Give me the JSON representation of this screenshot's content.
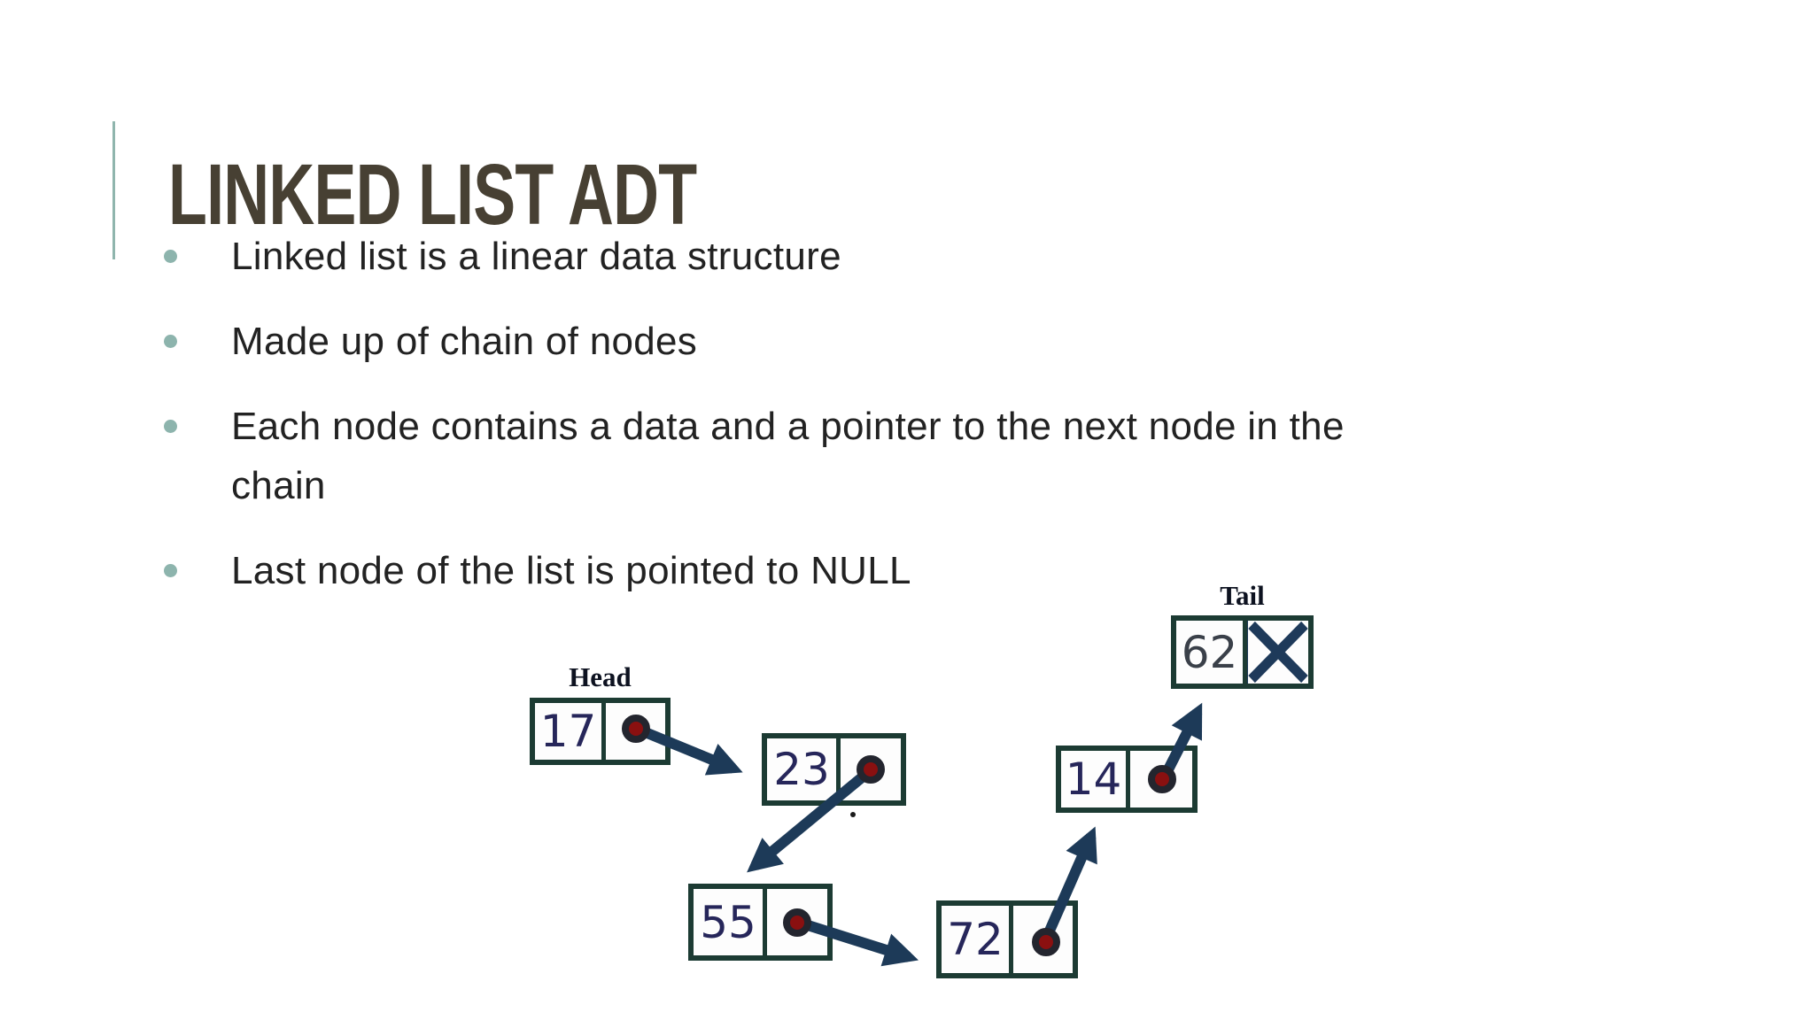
{
  "slide": {
    "title": "LINKED LIST ADT",
    "bullets": [
      {
        "text": "Linked list is a linear data structure"
      },
      {
        "text": "Made up of chain of nodes"
      },
      {
        "text": "Each node contains a data and a pointer to the next node in the chain"
      },
      {
        "text": "Last node of the list is pointed to NULL"
      }
    ]
  },
  "diagram": {
    "head_label": "Head",
    "tail_label": "Tail",
    "nodes": [
      {
        "value": "17"
      },
      {
        "value": "23"
      },
      {
        "value": "55"
      },
      {
        "value": "72"
      },
      {
        "value": "14"
      },
      {
        "value": "62"
      }
    ],
    "order": "17 -> 23 -> 55 -> 72 -> 14 -> 62 -> NULL",
    "null_marker": "X"
  },
  "colors": {
    "background": "#ffffff",
    "title_text": "#474033",
    "body_text": "#222222",
    "accent_teal": "#8fb5ad",
    "node_border_green": "#1c3b33",
    "node_value_navy": "#26265a",
    "arrow_navy": "#1d3a58",
    "pointer_dot_red": "#8a1010",
    "label_navy": "#0d1220"
  }
}
